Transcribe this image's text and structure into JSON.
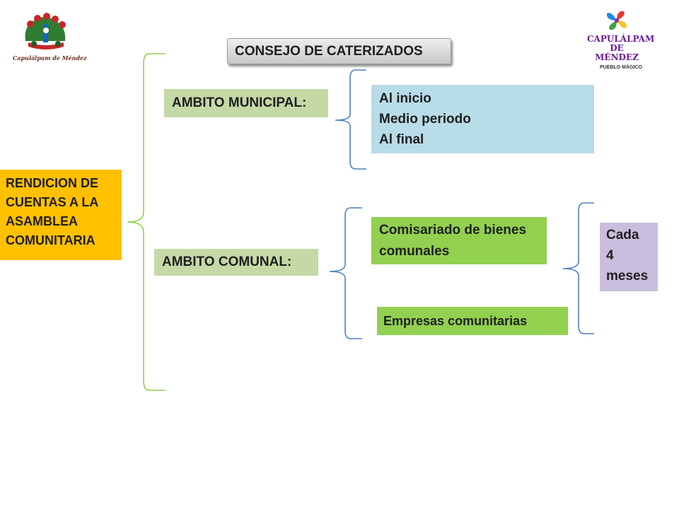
{
  "title": "CONSEJO DE CATERIZADOS",
  "root": {
    "lines": [
      "RENDICION DE",
      "CUENTAS A LA",
      "ASAMBLEA",
      "COMUNITARIA"
    ]
  },
  "municipal": {
    "label": "AMBITO MUNICIPAL:",
    "periods": [
      "Al inicio",
      "Medio periodo",
      "Al final"
    ]
  },
  "comunal": {
    "label": "AMBITO COMUNAL:",
    "comisariado": [
      "Comisariado de bienes",
      "comunales"
    ],
    "empresas": "Empresas comunitarias",
    "frequency": [
      "Cada",
      "4",
      "meses"
    ]
  },
  "logo_left": {
    "text": "Capulálpam de Méndez",
    "icon": "municipal-seal"
  },
  "logo_right": {
    "line1": "CAPULÁLPAM",
    "line2": "DE MÉNDEZ",
    "line3": "PUEBLO MÁGICO",
    "icon": "pinwheel-swirl"
  },
  "colors": {
    "root": "#ffc000",
    "ambito": "#c5d9a6",
    "periods": "#b8dce8",
    "comunal_items": "#92d050",
    "frequency": "#c9bedd",
    "bracket_main": "#92d050",
    "bracket_secondary": "#4f81bd"
  }
}
